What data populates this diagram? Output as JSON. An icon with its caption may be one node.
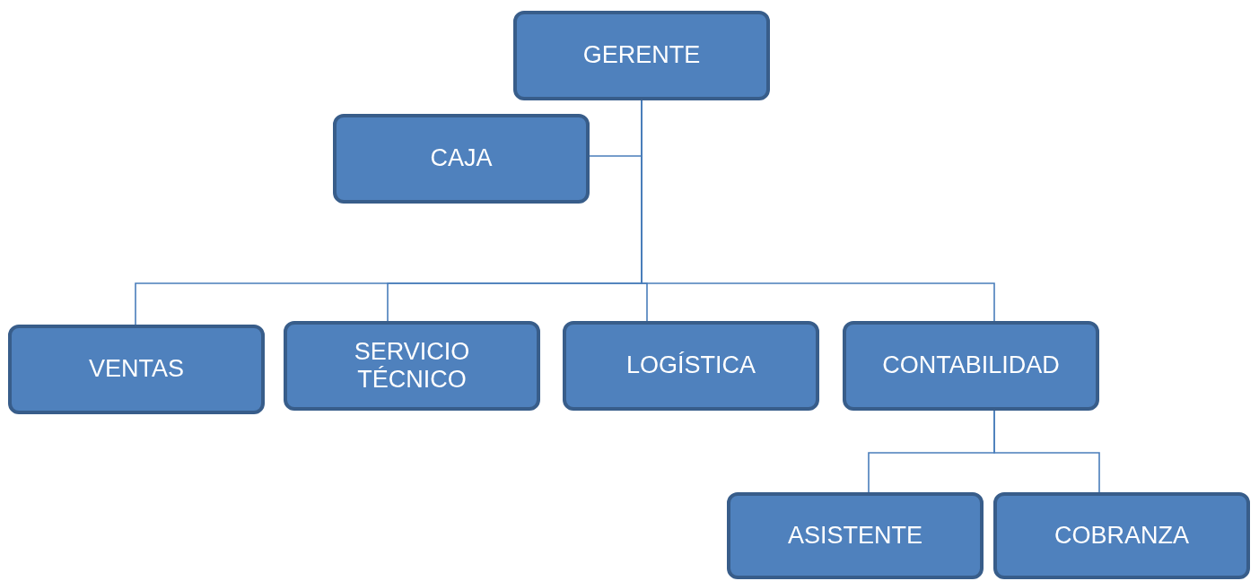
{
  "diagram": {
    "nodes": [
      {
        "text": [
          "GERENTE"
        ]
      },
      {
        "text": [
          "CAJA"
        ]
      },
      {
        "text": [
          "VENTAS"
        ]
      },
      {
        "text": [
          "SERVICIO TÉCNICO"
        ]
      },
      {
        "text": [
          "LOGÍSTICA"
        ]
      },
      {
        "text": [
          "CONTABILIDAD"
        ]
      },
      {
        "text": [
          "ASISTENTE"
        ]
      },
      {
        "text": [
          "COBRANZA"
        ]
      }
    ],
    "edges": [
      {
        "from": 0,
        "to": 1,
        "arrow": "none"
      },
      {
        "from": 0,
        "to": 2,
        "arrow": "none"
      },
      {
        "from": 0,
        "to": 3,
        "arrow": "none"
      },
      {
        "from": 0,
        "to": 4,
        "arrow": "none"
      },
      {
        "from": 0,
        "to": 5,
        "arrow": "none"
      },
      {
        "from": 5,
        "to": 6,
        "arrow": "none"
      },
      {
        "from": 5,
        "to": 7,
        "arrow": "none"
      }
    ]
  }
}
